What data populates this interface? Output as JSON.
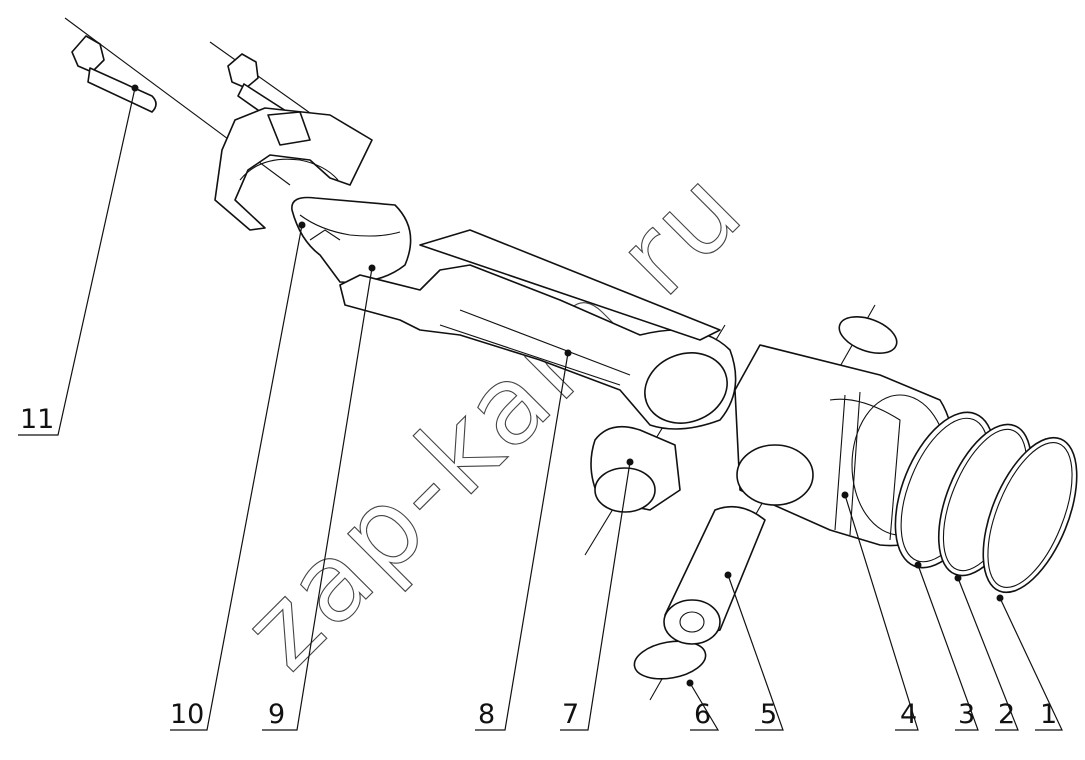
{
  "watermark": "zap-kam.ru",
  "labels": {
    "p1": "1",
    "p2": "2",
    "p3": "3",
    "p4": "4",
    "p5": "5",
    "p6": "6",
    "p7": "7",
    "p8": "8",
    "p9": "9",
    "p10": "10",
    "p11": "11"
  }
}
